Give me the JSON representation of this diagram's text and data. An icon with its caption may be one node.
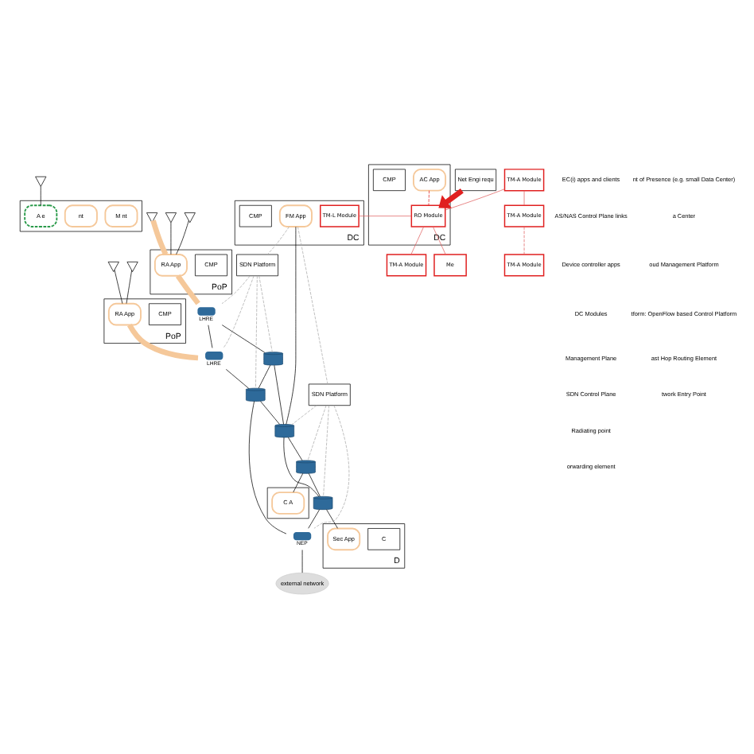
{
  "diagram": {
    "nodes": [
      {
        "text": [
          "TM-A Module"
        ]
      },
      {
        "text": [
          "DC"
        ]
      },
      {
        "text": [
          "CMP"
        ],
        "in": 1
      },
      {
        "text": [
          "FM App"
        ],
        "in": 1
      },
      {
        "text": [
          "TM-L Module"
        ],
        "in": 1
      },
      {
        "text": [
          "DC"
        ]
      },
      {
        "text": [
          "CMP"
        ],
        "in": 5
      },
      {
        "text": [
          "AC App"
        ],
        "in": 5
      },
      {
        "text": [
          "RO Module"
        ],
        "in": 5
      },
      {
        "text": [
          "Net Engi requ"
        ]
      },
      {
        "text": [
          "Me"
        ]
      },
      {
        "text": [],
        "shape": "box"
      },
      {
        "text": [
          "C A"
        ],
        "in": 11
      },
      {
        "text": [
          "TM-A Module"
        ]
      },
      {
        "text": [
          "D"
        ]
      },
      {
        "text": [
          "C"
        ],
        "in": 14
      },
      {
        "text": [
          "Sec App"
        ],
        "in": 14
      },
      {
        "text": [
          "PoP"
        ]
      },
      {
        "text": [
          "TM-A Module"
        ]
      },
      {
        "text": [
          "CMP"
        ],
        "in": 17
      },
      {
        "text": [
          "RA App"
        ],
        "in": 17
      },
      {
        "text": [
          "PoP"
        ]
      },
      {
        "text": [
          "TM-A Module"
        ]
      },
      {
        "text": [
          "CMP"
        ],
        "in": 21
      },
      {
        "text": [
          "RA App"
        ],
        "in": 21
      },
      {
        "text": [
          "SDN Platform"
        ]
      },
      {
        "text": [
          "SDN Platform"
        ]
      },
      {
        "text": [],
        "shape": "cylinder",
        "beside": [
          "LHRE"
        ]
      },
      {
        "text": [],
        "shape": "cylinder",
        "beside": [
          "LHRE"
        ]
      },
      {
        "text": [],
        "shape": "cylinder"
      },
      {
        "text": [],
        "shape": "cylinder"
      },
      {
        "text": [],
        "shape": "cylinder"
      },
      {
        "text": [],
        "shape": "cylinder"
      },
      {
        "text": [],
        "shape": "cylinder"
      },
      {
        "text": [],
        "shape": "cylinder",
        "beside": [
          "NEP"
        ]
      },
      {
        "text": [
          "external network"
        ]
      },
      {
        "text": [],
        "shape": "antenna"
      },
      {
        "text": [],
        "shape": "antenna"
      },
      {
        "text": [],
        "shape": "antenna"
      },
      {
        "text": [],
        "shape": "antenna"
      },
      {
        "text": [],
        "shape": "antenna"
      },
      {
        "text": [],
        "shape": "box"
      },
      {
        "text": [
          "M nt"
        ],
        "in": 41
      },
      {
        "text": [
          "nt"
        ],
        "in": 41
      },
      {
        "text": [
          "A e"
        ],
        "in": 41
      },
      {
        "text": [],
        "shape": "antenna"
      }
    ],
    "edges": [
      {
        "from": 0,
        "to": 8,
        "arrow": "none",
        "color": "#e06060"
      },
      {
        "from": 4,
        "to": 8,
        "arrow": "none",
        "color": "#e06060"
      },
      {
        "from": 8,
        "to": 10,
        "arrow": "none",
        "color": "#e06060"
      },
      {
        "from": 8,
        "to": 13,
        "arrow": "none",
        "color": "#e06060"
      },
      {
        "from": 0,
        "to": 18,
        "arrow": "none",
        "color": "#e06060"
      },
      {
        "from": 18,
        "to": 22,
        "arrow": "none",
        "style": "dashed",
        "color": "#e06060"
      },
      {
        "from": 7,
        "to": 8,
        "arrow": "none",
        "style": "dashed",
        "color": "#e02020"
      },
      {
        "from": 9,
        "to": 8,
        "arrow": "to",
        "style": "thick",
        "color": "#e02020"
      },
      {
        "from": 36,
        "to": 20,
        "arrow": "none"
      },
      {
        "from": 37,
        "to": 20,
        "arrow": "none",
        "style": "thick",
        "color": "#f5c89a"
      },
      {
        "from": 38,
        "to": 20,
        "arrow": "none"
      },
      {
        "from": 39,
        "to": 24,
        "arrow": "none"
      },
      {
        "from": 40,
        "to": 24,
        "arrow": "none"
      },
      {
        "from": 20,
        "to": 27,
        "arrow": "none",
        "style": "thick",
        "color": "#f5c89a"
      },
      {
        "from": 24,
        "to": 28,
        "arrow": "none",
        "style": "thick",
        "color": "#f5c89a"
      },
      {
        "from": 27,
        "to": 28,
        "arrow": "none"
      },
      {
        "from": 27,
        "to": 29,
        "arrow": "none"
      },
      {
        "from": 28,
        "to": 30,
        "arrow": "none"
      },
      {
        "from": 29,
        "to": 30,
        "arrow": "none"
      },
      {
        "from": 29,
        "to": 31,
        "arrow": "none"
      },
      {
        "from": 30,
        "to": 31,
        "arrow": "none"
      },
      {
        "from": 30,
        "to": 34,
        "arrow": "none"
      },
      {
        "from": 3,
        "to": 31,
        "arrow": "none"
      },
      {
        "from": 31,
        "to": 32,
        "arrow": "none"
      },
      {
        "from": 31,
        "to": 33,
        "arrow": "none"
      },
      {
        "from": 32,
        "to": 33,
        "arrow": "none"
      },
      {
        "from": 33,
        "to": 34,
        "arrow": "none"
      },
      {
        "from": 32,
        "to": 12,
        "arrow": "none"
      },
      {
        "from": 33,
        "to": 16,
        "arrow": "none"
      },
      {
        "from": 34,
        "to": 35,
        "arrow": "none"
      },
      {
        "from": 3,
        "to": 25,
        "arrow": "none",
        "style": "dashed",
        "color": "#aaaaaa"
      },
      {
        "from": 3,
        "to": 26,
        "arrow": "none",
        "style": "dashed",
        "color": "#aaaaaa"
      },
      {
        "from": 25,
        "to": 27,
        "arrow": "none",
        "style": "dashed",
        "color": "#aaaaaa"
      },
      {
        "from": 25,
        "to": 28,
        "arrow": "none",
        "style": "dashed",
        "color": "#aaaaaa"
      },
      {
        "from": 25,
        "to": 29,
        "arrow": "none",
        "style": "dashed",
        "color": "#aaaaaa"
      },
      {
        "from": 25,
        "to": 30,
        "arrow": "none",
        "style": "dashed",
        "color": "#aaaaaa"
      },
      {
        "from": 26,
        "to": 31,
        "arrow": "none",
        "style": "dashed",
        "color": "#aaaaaa"
      },
      {
        "from": 26,
        "to": 32,
        "arrow": "none",
        "style": "dashed",
        "color": "#aaaaaa"
      },
      {
        "from": 26,
        "to": 33,
        "arrow": "none",
        "style": "dashed",
        "color": "#aaaaaa"
      },
      {
        "from": 26,
        "to": 34,
        "arrow": "none",
        "style": "dashed",
        "color": "#aaaaaa"
      },
      {
        "from": 45,
        "to": 44,
        "arrow": "none"
      }
    ],
    "labels": [
      "nt of Presence (e.g. small Data Center)",
      "a Center",
      "oud Management Platform",
      "tform: OpenFlow based Control Platform",
      "ast Hop Routing Element",
      "twork Entry Point"
    ],
    "legend": [
      {
        "text": "EC(i) apps and clients"
      },
      {
        "text": "AS/NAS Control Plane links"
      },
      {
        "text": "Device controller apps"
      },
      {
        "text": "DC Modules"
      },
      {
        "text": "Management Plane"
      },
      {
        "text": "SDN Control Plane"
      },
      {
        "text": "Radiating point"
      },
      {
        "text": "orwarding element"
      }
    ]
  }
}
